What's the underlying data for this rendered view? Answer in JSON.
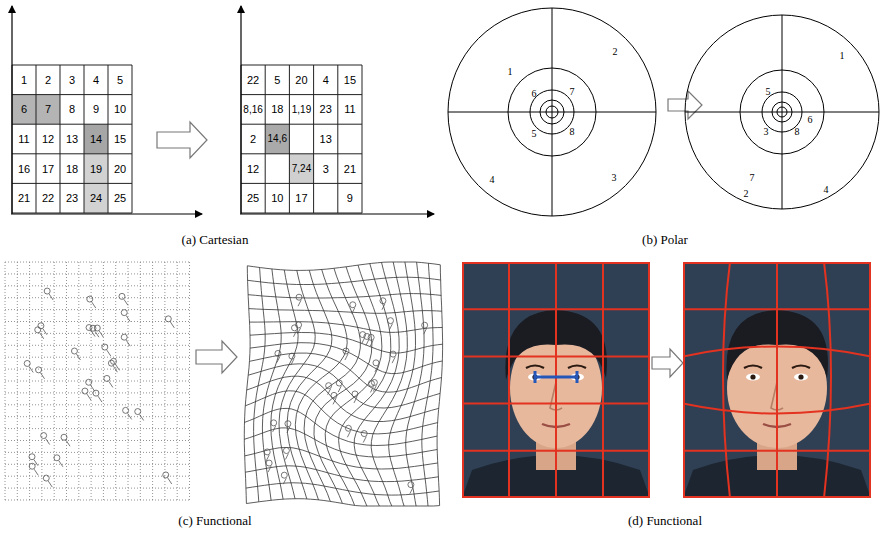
{
  "diagram": {
    "labels": [
      "1",
      "2",
      "3",
      "4",
      "5",
      "6",
      "7",
      "8",
      "9",
      "10",
      "11",
      "12",
      "13",
      "14",
      "15",
      "16",
      "17",
      "18",
      "19",
      "20",
      "21",
      "22",
      "23",
      "24",
      "25",
      "22",
      "5",
      "20",
      "4",
      "15",
      "8,16",
      "18",
      "1,19",
      "23",
      "11",
      "2",
      "14,6",
      "13",
      "12",
      "7,24",
      "3",
      "21",
      "25",
      "10",
      "17",
      "9",
      "1",
      "2",
      "6",
      "7",
      "5",
      "8",
      "4",
      "3",
      "1",
      "5",
      "3",
      "6",
      "8",
      "7",
      "2",
      "4",
      "(a) Cartesian",
      "(b) Polar",
      "(c) Functional",
      "(d) Functional"
    ]
  }
}
